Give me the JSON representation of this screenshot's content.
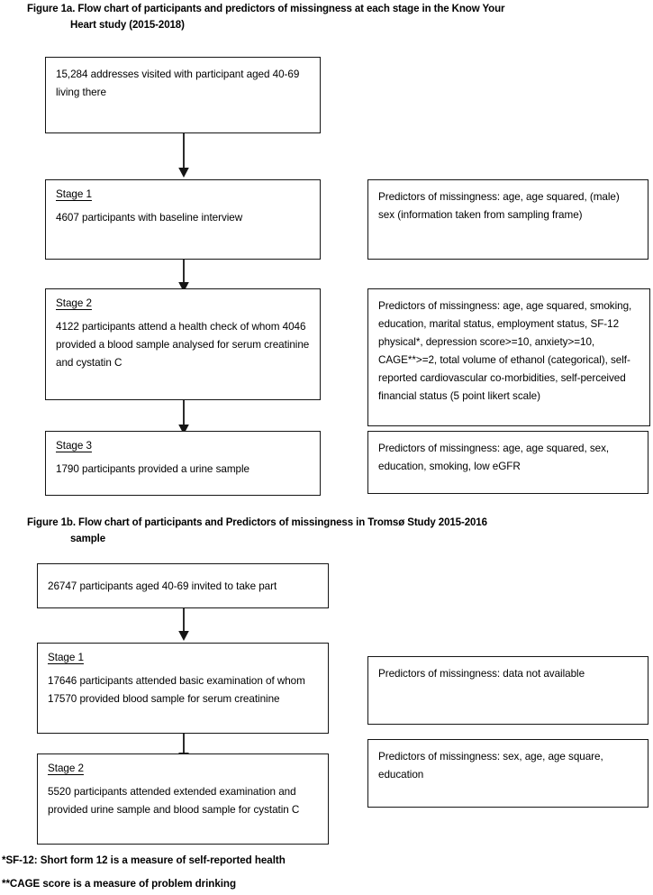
{
  "figures": [
    {
      "id": "figure-1a",
      "title_line1": "Figure 1a. Flow chart of participants and predictors of missingness at each stage in the Know Your",
      "title_line2": "Heart study (2015-2018)",
      "nodes": [
        {
          "id": "addresses-visited",
          "stage_label": "",
          "text": "15,284 addresses visited with participant aged 40-69 living there"
        },
        {
          "id": "stage-1",
          "stage_label": "Stage 1",
          "text": "4607 participants with baseline interview"
        },
        {
          "id": "stage-2",
          "stage_label": "Stage 2",
          "text": "4122 participants attend a health check of whom 4046 provided a blood sample analysed for serum creatinine and cystatin C"
        },
        {
          "id": "stage-3",
          "stage_label": "Stage 3",
          "text": "1790 participants provided a urine sample"
        }
      ],
      "predictors": [
        {
          "id": "predictors-stage-1",
          "text": "Predictors of missingness: age, age squared, (male) sex (information taken from sampling frame)"
        },
        {
          "id": "predictors-stage-2",
          "text": "Predictors of missingness: age, age squared, smoking, education, marital status, employment status, SF-12 physical*, depression score>=10, anxiety>=10, CAGE**>=2, total volume of ethanol (categorical), self-reported cardiovascular co-morbidities, self-perceived financial status (5 point likert scale)"
        },
        {
          "id": "predictors-stage-3",
          "text": "Predictors of missingness: age, age squared, sex, education, smoking, low eGFR"
        }
      ]
    },
    {
      "id": "figure-1b",
      "title_line1": "Figure 1b. Flow chart of participants and Predictors of missingness in Tromsø Study 2015-2016",
      "title_line2": "sample",
      "nodes": [
        {
          "id": "invited-participants",
          "stage_label": "",
          "text": "26747 participants aged 40-69 invited to take part"
        },
        {
          "id": "stage-1",
          "stage_label": "Stage 1",
          "text": "17646 participants attended basic examination of whom 17570 provided blood sample for serum creatinine"
        },
        {
          "id": "stage-2",
          "stage_label": "Stage 2",
          "text": "5520 participants attended extended examination and provided urine sample and blood sample for cystatin C"
        }
      ],
      "predictors": [
        {
          "id": "predictors-stage-1",
          "text": "Predictors of missingness: data not available"
        },
        {
          "id": "predictors-stage-2",
          "text": "Predictors of missingness: sex, age, age square, education"
        }
      ]
    }
  ],
  "footnotes": [
    "*SF-12: Short form 12 is a measure of self-reported health",
    "**CAGE score is a measure of problem drinking"
  ]
}
